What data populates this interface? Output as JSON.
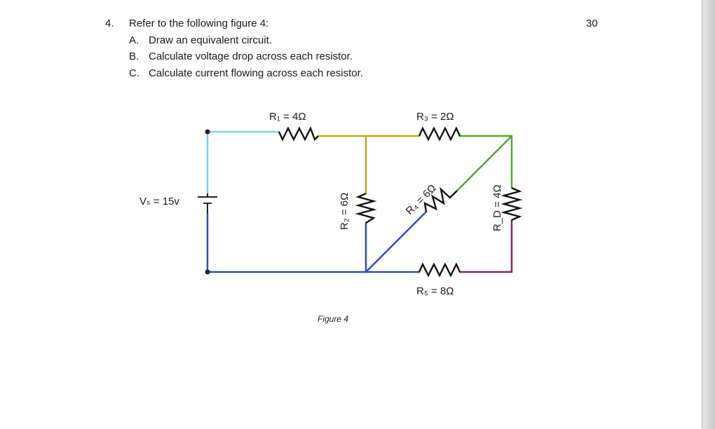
{
  "question": {
    "number": "4.",
    "prompt": "Refer to the following figure 4:",
    "parts": [
      {
        "letter": "A.",
        "text": "Draw an equivalent circuit."
      },
      {
        "letter": "B.",
        "text": "Calculate voltage drop across each resistor."
      },
      {
        "letter": "C.",
        "text": "Calculate current flowing across each resistor."
      }
    ],
    "points": "30"
  },
  "figure": {
    "caption": "Figure 4",
    "source_label": "Vₛ = 15v",
    "resistors": {
      "r1": "R₁ = 4Ω",
      "r2": "R₂ = 6Ω",
      "r3": "R₃ = 2Ω",
      "r4": "R₄ = 6Ω",
      "r5": "R₅ = 8Ω",
      "rd": "R_D = 4Ω"
    },
    "wire_colors": {
      "cyan": "#7dd4e8",
      "gold": "#c8a227",
      "blue": "#2e4eb5",
      "green": "#54a832",
      "purple": "#7a2a5e",
      "black": "#222222"
    }
  }
}
